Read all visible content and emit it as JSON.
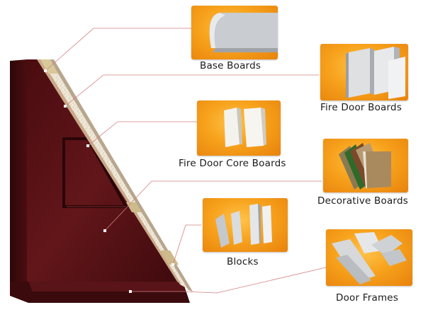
{
  "components": [
    {
      "id": "base-boards",
      "label": "Base Boards"
    },
    {
      "id": "fire-door-boards",
      "label": "Fire Door Boards"
    },
    {
      "id": "fire-door-core-boards",
      "label": "Fire Door Core Boards"
    },
    {
      "id": "decorative-boards",
      "label": "Decorative Boards"
    },
    {
      "id": "blocks",
      "label": "Blocks"
    },
    {
      "id": "door-frames",
      "label": "Door Frames"
    }
  ],
  "colors": {
    "door_wood": "#5a1216",
    "panel_orange": "#f7a21c",
    "leader_line": "#d48080"
  }
}
